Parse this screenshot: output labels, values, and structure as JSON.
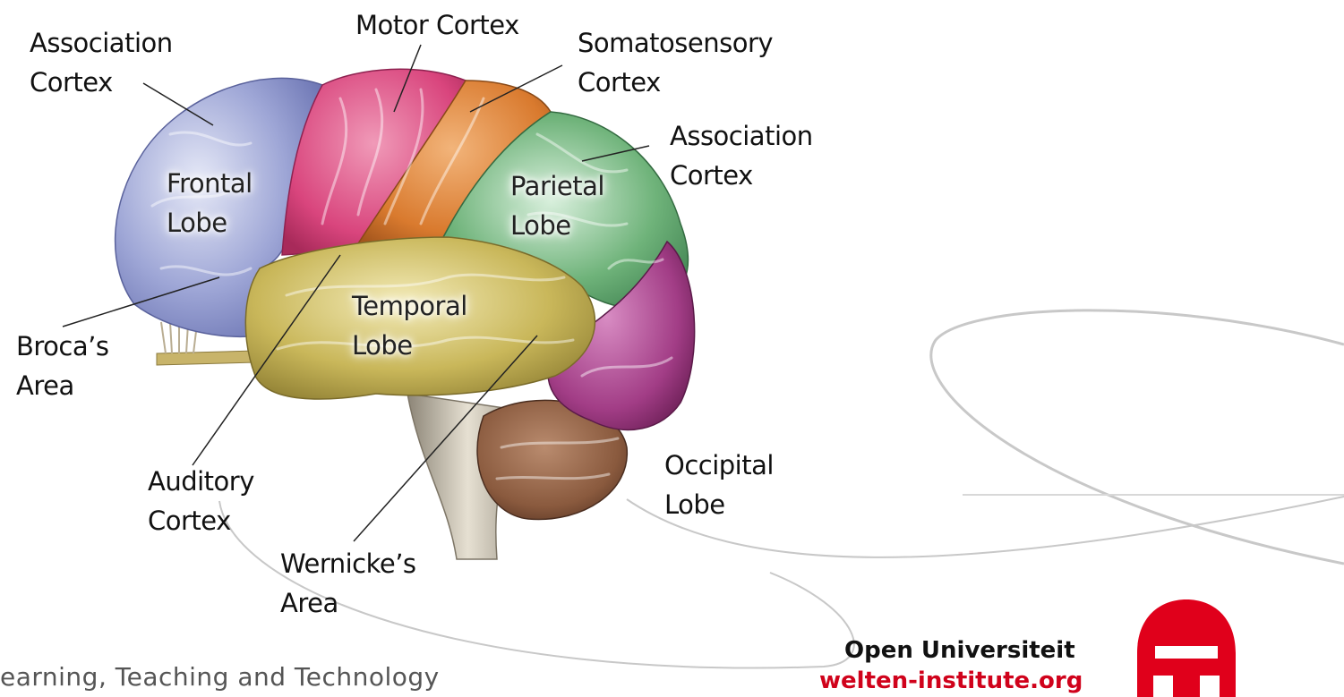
{
  "labels": {
    "association_cortex_left": [
      "Association",
      "Cortex"
    ],
    "motor_cortex": [
      "Motor Cortex"
    ],
    "somatosensory_cortex": [
      "Somatosensory",
      "Cortex"
    ],
    "association_cortex_right": [
      "Association",
      "Cortex"
    ],
    "frontal_lobe": [
      "Frontal",
      "Lobe"
    ],
    "parietal_lobe": [
      "Parietal",
      "Lobe"
    ],
    "temporal_lobe": [
      "Temporal",
      "Lobe"
    ],
    "brocas_area": [
      "Broca’s",
      "Area"
    ],
    "auditory_cortex": [
      "Auditory",
      "Cortex"
    ],
    "wernickes_area": [
      "Wernicke’s",
      "Area"
    ],
    "occipital_lobe": [
      "Occipital",
      "Lobe"
    ]
  },
  "footer": {
    "tagline": "earning, Teaching and Technology",
    "institution": "Open Universiteit",
    "url": "welten-institute.org"
  },
  "colors": {
    "frontal": "#9ea6d6",
    "motor": "#d9457d",
    "somatosensory": "#d97a2e",
    "parietal": "#6fb37a",
    "temporal": "#c9b75a",
    "occipital": "#a23d86",
    "cerebellum": "#8a5a3e",
    "brainstem": "#c9c2b3",
    "logo": "#e0001b"
  }
}
